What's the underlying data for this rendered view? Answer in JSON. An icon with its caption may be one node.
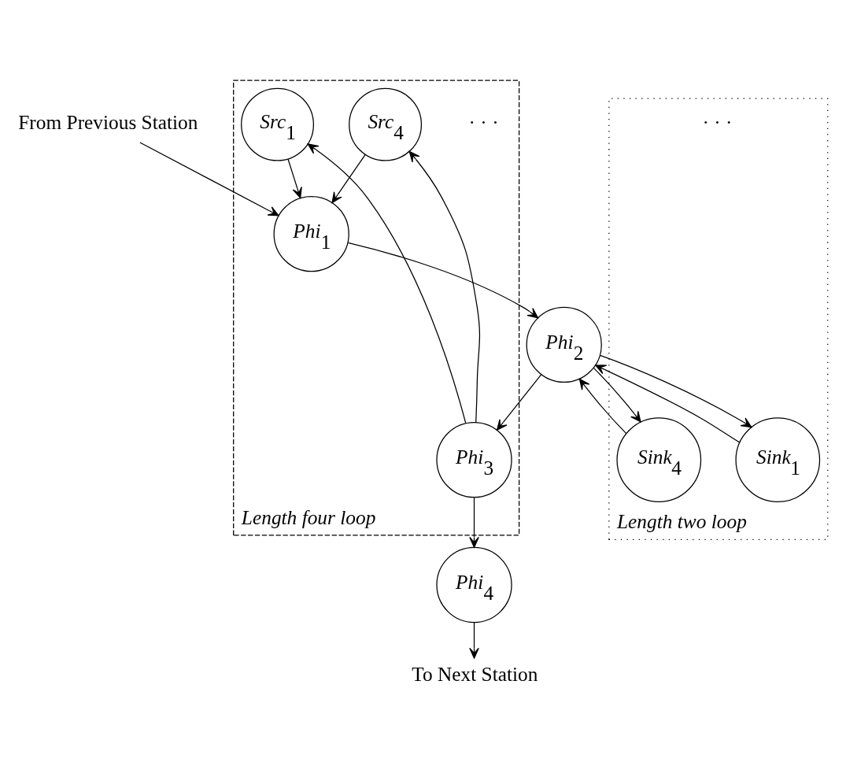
{
  "diagram": {
    "nodes": [
      {
        "text": [
          "From Previous Station"
        ]
      },
      {
        "text": [
          "Length four loop"
        ]
      },
      {
        "text": [
          "Phi$_{1}$"
        ],
        "in": 1
      },
      {
        "text": [
          "Src$_{4}$"
        ],
        "in": 1
      },
      {
        "text": [
          "Src$_{1}$"
        ],
        "in": 1
      },
      {
        "text": [
          "Phi$_{2}$"
        ]
      },
      {
        "text": [
          "Length two loop"
        ]
      },
      {
        "text": [
          "Sink$_{1}$"
        ],
        "in": 6
      },
      {
        "text": [
          "Sink$_{4}$"
        ],
        "in": 6
      },
      {
        "text": [
          "Phi$_{3}$"
        ],
        "in": 1
      },
      {
        "text": [
          "Phi$_{4}$"
        ]
      },
      {
        "text": [
          "To Next Station"
        ]
      }
    ],
    "edges": [
      {
        "from": 0,
        "to": 2,
        "arrow": "to"
      },
      {
        "from": 2,
        "to": 5,
        "arrow": "to"
      },
      {
        "from": 5,
        "to": 9,
        "arrow": "to"
      },
      {
        "from": 9,
        "to": 10,
        "arrow": "to"
      },
      {
        "from": 10,
        "to": 11,
        "arrow": "to"
      },
      {
        "from": 3,
        "to": 2,
        "arrow": "to"
      },
      {
        "from": 4,
        "to": 2,
        "arrow": "to"
      },
      {
        "from": 9,
        "to": 3,
        "arrow": "to"
      },
      {
        "from": 9,
        "to": 4,
        "arrow": "to"
      },
      {
        "from": 5,
        "to": 7,
        "arrow": "to"
      },
      {
        "from": 5,
        "to": 8,
        "arrow": "to"
      },
      {
        "from": 7,
        "to": 5,
        "arrow": "to"
      },
      {
        "from": 8,
        "to": 5,
        "arrow": "to"
      }
    ],
    "labels": [
      "· · ·",
      "· · ·"
    ]
  }
}
